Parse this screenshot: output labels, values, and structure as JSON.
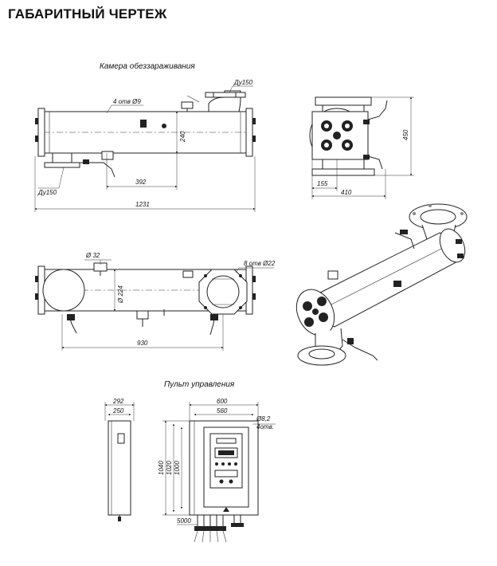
{
  "title": "ГАБАРИТНЫЙ ЧЕРТЕЖ",
  "captions": {
    "chamber": "Камера обеззараживания",
    "panel": "Пульт управления"
  },
  "dims": {
    "holes_top": "4 отв Ø9",
    "du150_top": "Ду150",
    "du150_bottom": "Ду150",
    "h240": "240",
    "d392": "392",
    "d1231": "1231",
    "h450": "450",
    "d155": "155",
    "d410": "410",
    "d32": "Ø 32",
    "holes_flange": "8 отв Ø22",
    "d224": "Ø 224",
    "d930": "930",
    "d292": "292",
    "d250": "250",
    "d600": "600",
    "d560": "560",
    "d8_2": "Ø8,2",
    "d4otv": "4отв.",
    "h1040": "1040",
    "h1020": "1020",
    "h1000": "1000",
    "d5000": "5000"
  }
}
